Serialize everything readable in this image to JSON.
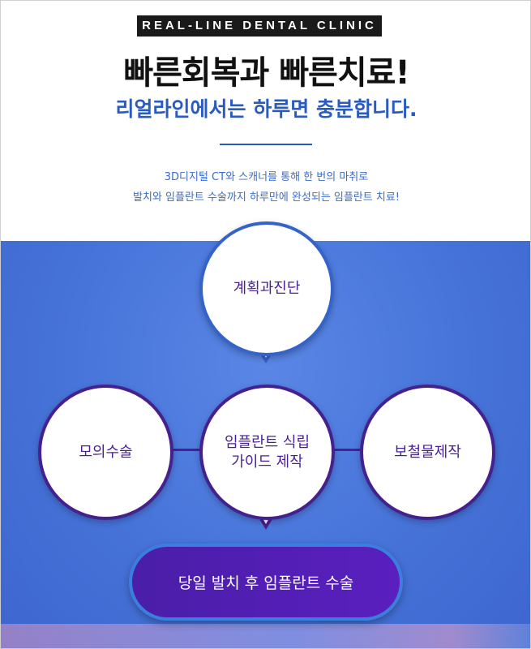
{
  "brand_label": "REAL-LINE DENTAL CLINIC",
  "headline": "빠른회복과 빠른치료!",
  "subheadline": "리얼라인에서는 하루면 충분합니다.",
  "description": {
    "line1": "3D디지털 CT와 스캐너를 통해 한 번의 마취로",
    "line2": "발치와 임플란트 수술까지 하루만에 완성되는 임플란트 치료!"
  },
  "process": {
    "planning": "계획과진단",
    "mock_surgery": "모의수술",
    "guide_line1": "임플란트 식립",
    "guide_line2": "가이드 제작",
    "prosthesis": "보철물제작",
    "final_step": "당일 발치 후 임플란트 수술"
  },
  "colors": {
    "accent_blue": "#2a5bbf",
    "background_blue": "#4673d8",
    "circle_text_purple": "#4a1f96",
    "final_pill_purple": "#5a1fbf"
  }
}
